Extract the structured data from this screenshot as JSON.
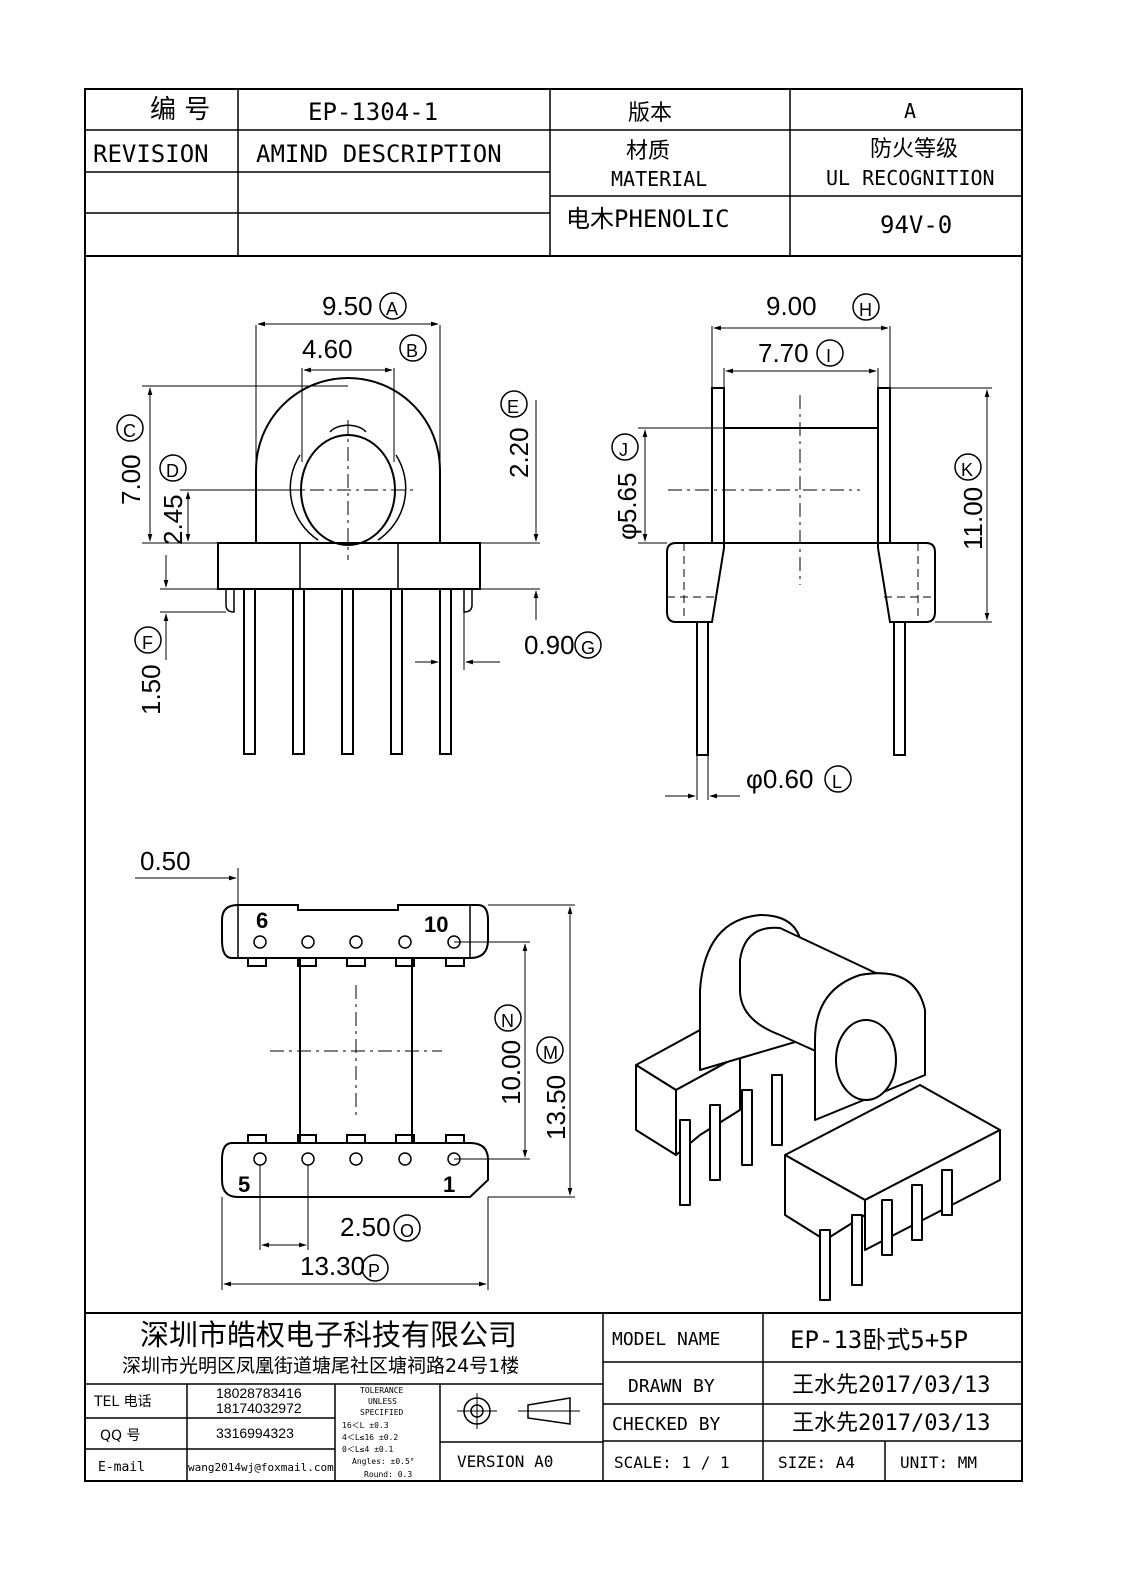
{
  "header": {
    "number_label": "编 号",
    "number_value": "EP-1304-1",
    "version_label": "版本",
    "version_value": "A",
    "revision_label": "REVISION",
    "amend_label": "AMIND DESCRIPTION",
    "material_label_cn": "材质",
    "material_label_en": "MATERIAL",
    "fire_label_cn": "防火等级",
    "fire_label_en": "UL RECOGNITION",
    "material_value": "电木PHENOLIC",
    "fire_value": "94V-0"
  },
  "dimensions": {
    "A": {
      "value": "9.50",
      "tag": "A"
    },
    "B": {
      "value": "4.60",
      "tag": "B"
    },
    "C": {
      "value": "7.00",
      "tag": "C"
    },
    "D": {
      "value": "2.45",
      "tag": "D"
    },
    "E": {
      "value": "2.20",
      "tag": "E"
    },
    "F": {
      "value": "1.50",
      "tag": "F"
    },
    "G": {
      "value": "0.90",
      "tag": "G"
    },
    "H": {
      "value": "9.00",
      "tag": "H"
    },
    "I": {
      "value": "7.70",
      "tag": "I"
    },
    "J": {
      "value": "φ5.65",
      "tag": "J"
    },
    "K": {
      "value": "11.00",
      "tag": "K"
    },
    "L": {
      "value": "φ0.60",
      "tag": "L"
    },
    "M": {
      "value": "13.50",
      "tag": "M"
    },
    "N": {
      "value": "10.00",
      "tag": "N"
    },
    "O": {
      "value": "2.50",
      "tag": "O"
    },
    "P": {
      "value": "13.30",
      "tag": "P"
    },
    "pad": {
      "value": "0.50"
    }
  },
  "pins": {
    "p6": "6",
    "p10": "10",
    "p5": "5",
    "p1": "1"
  },
  "footer": {
    "company": "深圳市皓权电子科技有限公司",
    "address": "深圳市光明区凤凰街道塘尾社区塘祠路24号1楼",
    "tel_label": "TEL 电话",
    "tel_1": "18028783416",
    "tel_2": "18174032972",
    "qq_label": "QQ  号",
    "qq_value": "3316994323",
    "email_label": "E-mail",
    "email_value": "wang2014wj@foxmail.com",
    "tolerance_lines": [
      "TOLERANCE",
      "UNLESS",
      "SPECIFIED",
      "16＜L       ±0.3",
      "4＜L≤16     ±0.2",
      "0＜L≤4      ±0.1",
      "Angles: ±0.5°",
      "Round: 0.3"
    ],
    "version_label": "VERSION A0",
    "model_label": "MODEL NAME",
    "model_value": "EP-13卧式5+5P",
    "drawn_label": "DRAWN BY",
    "drawn_value": "王水先2017/03/13",
    "checked_label": "CHECKED BY",
    "checked_value": "王水先2017/03/13",
    "scale_label": "SCALE:  1 / 1",
    "size_label": "SIZE:  A4",
    "unit_label": "UNIT:  MM"
  }
}
